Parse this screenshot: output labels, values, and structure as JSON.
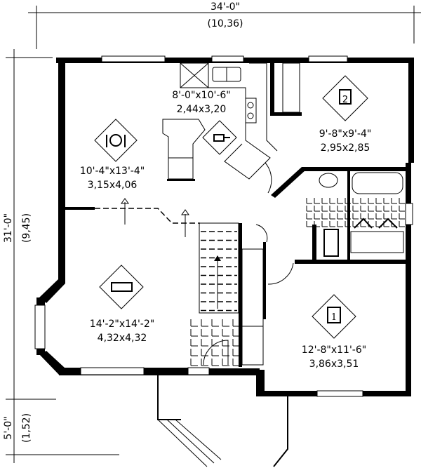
{
  "dimensions": {
    "width_imperial": "34'-0\"",
    "width_metric": "(10,36)",
    "depth_imperial": "31'-0\"",
    "depth_metric": "(9,45)",
    "porch_imperial": "5'-0\"",
    "porch_metric": "(1,52)"
  },
  "rooms": [
    {
      "id": "kitchen",
      "icon": "cooking-pot-icon",
      "size_imperial": "8'-0\"x10'-6\"",
      "size_metric": "2,44x3,20"
    },
    {
      "id": "dining",
      "icon": "plate-cutlery-icon",
      "size_imperial": "10'-4\"x13'-4\"",
      "size_metric": "3,15x4,06"
    },
    {
      "id": "bedroom-2",
      "icon": "bed-icon",
      "badge": "2",
      "size_imperial": "9'-8\"x9'-4\"",
      "size_metric": "2,95x2,85"
    },
    {
      "id": "living",
      "icon": "sofa-icon",
      "size_imperial": "14'-2\"x14'-2\"",
      "size_metric": "4,32x4,32"
    },
    {
      "id": "bedroom-1",
      "icon": "bed-icon",
      "badge": "1",
      "size_imperial": "12'-8\"x11'-6\"",
      "size_metric": "3,86x3,51"
    }
  ]
}
